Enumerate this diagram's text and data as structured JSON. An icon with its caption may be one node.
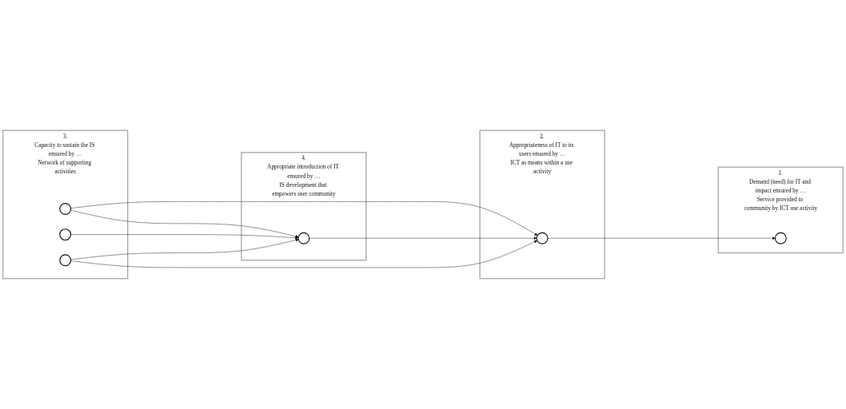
{
  "diagram": {
    "nodes": [
      {
        "text": [
          "3.",
          "Capacity to sustain the IS ensured by …",
          "Network of supporting activities"
        ]
      },
      {
        "text": [],
        "shape": "circle",
        "in": 0
      },
      {
        "text": [],
        "shape": "circle",
        "in": 0
      },
      {
        "text": [],
        "shape": "circle",
        "in": 0
      },
      {
        "text": [
          "4.",
          "Appropriate introduction of IT ensured by …",
          "IS development that empowers user community"
        ]
      },
      {
        "text": [],
        "shape": "circle",
        "in": 4
      },
      {
        "text": [
          "2.",
          "Appropriateness of IT to its users ensured by …",
          "ICT as means within a use activity"
        ]
      },
      {
        "text": [],
        "shape": "circle",
        "in": 6
      },
      {
        "text": [
          "1.",
          "Demand (need) for IT and impact ensured by …",
          "Service provided to community by ICT use activity"
        ]
      },
      {
        "text": [],
        "shape": "circle",
        "in": 8
      }
    ],
    "edges": [
      {
        "from": 1,
        "to": 7,
        "arrow": "to"
      },
      {
        "from": 1,
        "to": 5,
        "arrow": "to"
      },
      {
        "from": 2,
        "to": 5,
        "arrow": "to"
      },
      {
        "from": 3,
        "to": 5,
        "arrow": "to"
      },
      {
        "from": 3,
        "to": 7,
        "arrow": "to"
      },
      {
        "from": 5,
        "to": 7,
        "arrow": "to"
      },
      {
        "from": 7,
        "to": 9,
        "arrow": "to"
      }
    ]
  }
}
